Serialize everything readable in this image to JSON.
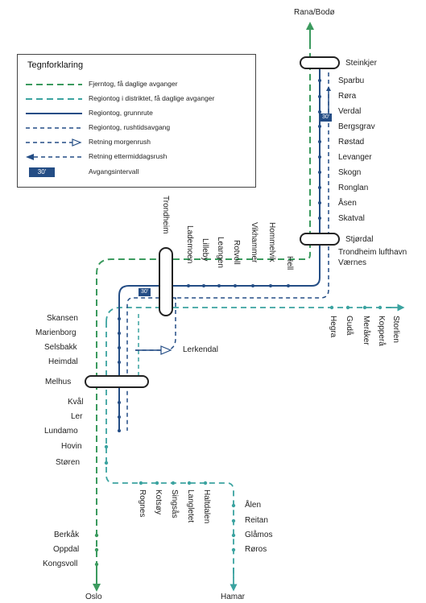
{
  "legend": {
    "title": "Tegnforklaring",
    "items": [
      {
        "label": "Fjerntog, få daglige avganger",
        "kind": "long-green",
        "color": "#3b9a5e"
      },
      {
        "label": "Regiontog i distriktet, få daglige avganger",
        "kind": "long-teal",
        "color": "#3ba3a0"
      },
      {
        "label": "Regiontog, grunnrute",
        "kind": "solid-blue",
        "color": "#244d85"
      },
      {
        "label": "Regiontog, rushtidsavgang",
        "kind": "dash-blue",
        "color": "#244d85"
      },
      {
        "label": "Retning morgenrush",
        "kind": "arrow-open",
        "color": "#244d85"
      },
      {
        "label": "Retning ettermiddagsrush",
        "kind": "arrow-filled",
        "color": "#244d85"
      },
      {
        "label": "Avgangsintervall",
        "kind": "badge",
        "badge": "30'"
      }
    ]
  },
  "terminals": {
    "north": "Rana/Bodø",
    "south_green": "Oslo",
    "south_teal": "Hamar"
  },
  "hubs": {
    "steinkjer": "Steinkjer",
    "stjordal": "Stjørdal",
    "trondheim": "Trondheim",
    "melhus": "Melhus"
  },
  "north_stations": [
    "Sparbu",
    "Røra",
    "Verdal",
    "Bergsgrav",
    "Røstad",
    "Levanger",
    "Skogn",
    "Ronglan",
    "Åsen",
    "Skatval"
  ],
  "airport_stations": [
    "Trondheim lufthavn",
    "Værnes"
  ],
  "city_stations": [
    "Lademoen",
    "Lilleby",
    "Leangen",
    "Rotvoll",
    "Vikhammer",
    "Hommelvik",
    "Hell"
  ],
  "meraker_stations": [
    "Hegra",
    "Gudå",
    "Meråker",
    "Kopperå",
    "Storlien"
  ],
  "west_stations": [
    "Skansen",
    "Marienborg",
    "Selsbakk",
    "Heimdal"
  ],
  "branch": "Lerkendal",
  "south_stations": [
    "Kvål",
    "Ler",
    "Lundamo",
    "Hovin",
    "Støren"
  ],
  "rorosbanen_stations": [
    "Rognes",
    "Kotsøy",
    "Singsås",
    "Langletet",
    "Haltdalen"
  ],
  "roros_stations": [
    "Ålen",
    "Reitan",
    "Glåmos",
    "Røros"
  ],
  "dovre_stations": [
    "Berkåk",
    "Oppdal",
    "Kongsvoll"
  ],
  "interval_badges": [
    "30'",
    "30'"
  ],
  "colors": {
    "fjerntog": "#3b9a5e",
    "distrikt": "#3ba3a0",
    "grunnrute": "#244d85"
  }
}
